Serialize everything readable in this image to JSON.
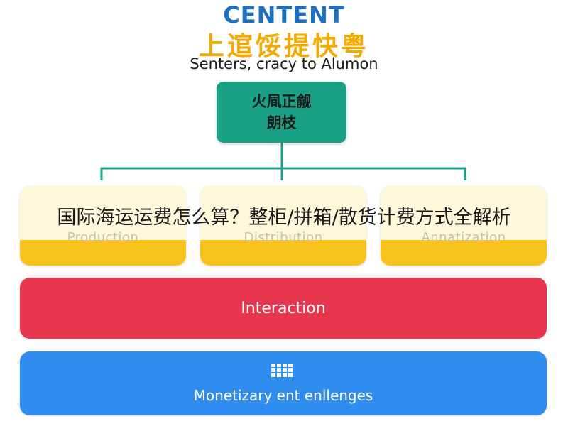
{
  "header": {
    "title": "CENTENT",
    "title_cn": "上逭馁提快粤",
    "subtitle": "Senters, cracy to Alumon"
  },
  "top_node": {
    "line1": "火凬正觎",
    "line2": "朗枝"
  },
  "cards": [
    {
      "label": "Production"
    },
    {
      "label": "Distribution"
    },
    {
      "label": "Annatization"
    }
  ],
  "overlay_caption": "国际海运运费怎么算？整柜/拼箱/散货计费方式全解析",
  "interaction_band": {
    "label": "Interaction"
  },
  "monetization_band": {
    "label": "Monetizary ent enllenges",
    "icon": "grid-icon"
  },
  "colors": {
    "title_blue": "#1f6fbf",
    "title_orange": "#f2a900",
    "top_node_teal": "#1aa085",
    "connector": "#1aa085",
    "card_fill": "#fff7d9",
    "card_accent": "#f7c21c",
    "interaction_red": "#e8364e",
    "monetization_blue": "#2e8def"
  }
}
